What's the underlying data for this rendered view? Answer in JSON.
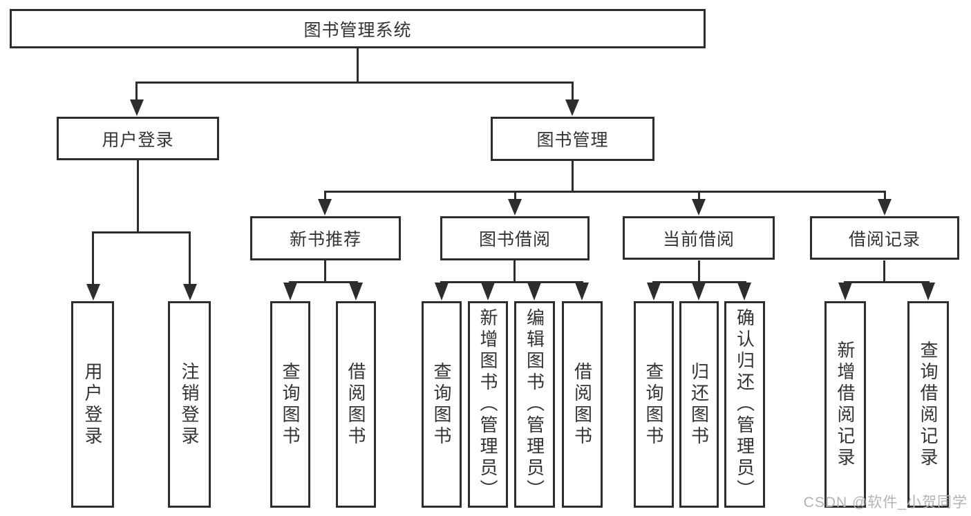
{
  "diagram": {
    "title": "图书管理系统",
    "level2": [
      {
        "label": "用户登录"
      },
      {
        "label": "图书管理"
      }
    ],
    "level3": [
      {
        "label": "新书推荐",
        "parent": "图书管理"
      },
      {
        "label": "图书借阅",
        "parent": "图书管理"
      },
      {
        "label": "当前借阅",
        "parent": "图书管理"
      },
      {
        "label": "借阅记录",
        "parent": "图书管理"
      }
    ],
    "leaves": [
      {
        "label": "用户登录",
        "parent": "用户登录"
      },
      {
        "label": "注销登录",
        "parent": "用户登录"
      },
      {
        "label": "查询图书",
        "parent": "新书推荐"
      },
      {
        "label": "借阅图书",
        "parent": "新书推荐"
      },
      {
        "label": "查询图书",
        "parent": "图书借阅"
      },
      {
        "label": "新增图书（管理员）",
        "parent": "图书借阅"
      },
      {
        "label": "编辑图书（管理员）",
        "parent": "图书借阅"
      },
      {
        "label": "借阅图书",
        "parent": "图书借阅"
      },
      {
        "label": "查询图书",
        "parent": "当前借阅"
      },
      {
        "label": "归还图书",
        "parent": "当前借阅"
      },
      {
        "label": "确认归还（管理员）",
        "parent": "当前借阅"
      },
      {
        "label": "新增借阅记录",
        "parent": "借阅记录"
      },
      {
        "label": "查询借阅记录",
        "parent": "借阅记录"
      }
    ],
    "colors": {
      "line": "#2d2d2d",
      "text": "#333333",
      "background": "#ffffff",
      "watermark": "#b3b3b3"
    }
  },
  "watermark": {
    "text": "CSDN @软件_小贺同学"
  }
}
